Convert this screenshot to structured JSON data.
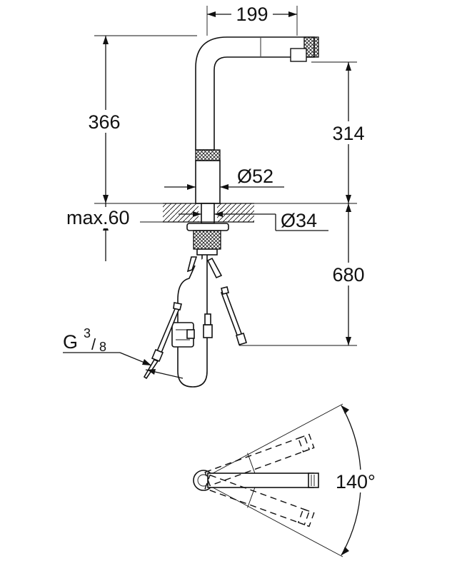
{
  "dimensions": {
    "spout_reach": "199",
    "total_height": "366",
    "spout_height": "314",
    "body_diameter": "Ø52",
    "max_deck_thickness": "max.60",
    "hole_diameter": "Ø34",
    "hose_length": "680",
    "connection_main": "G",
    "connection_fraction_num": "3",
    "connection_fraction_den": "8",
    "swivel_angle": "140°"
  }
}
